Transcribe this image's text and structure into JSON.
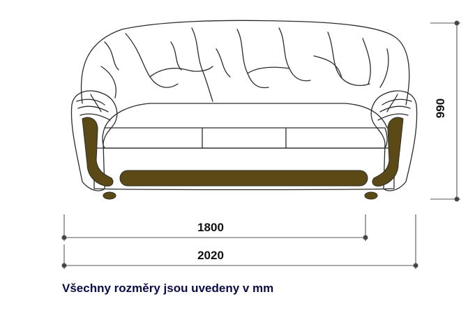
{
  "dimensions": {
    "inner_width": "1800",
    "outer_width": "2020",
    "height": "990"
  },
  "footnote": "Všechny rozměry jsou uvedeny v mm",
  "colors": {
    "outline": "#2b2b2b",
    "wood": "#5c4a16",
    "dimension_line": "#555555"
  }
}
